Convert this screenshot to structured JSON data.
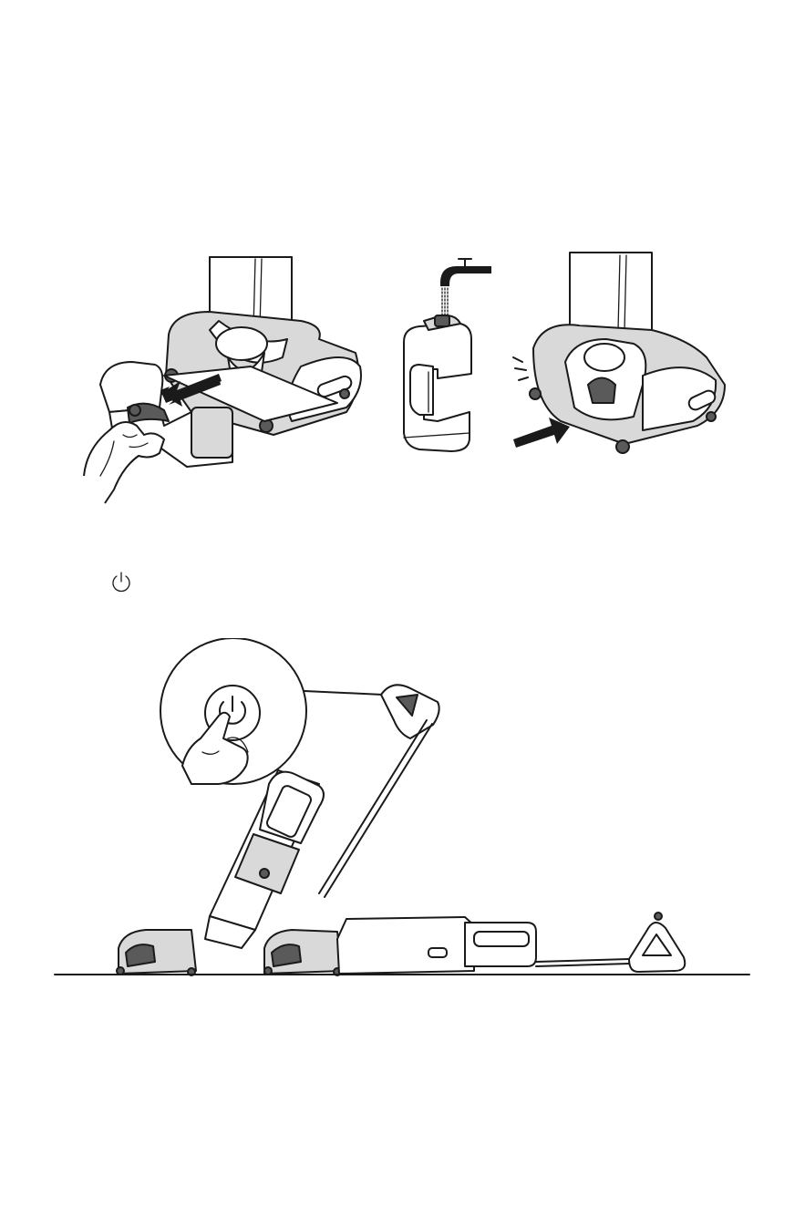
{
  "page": {
    "background": "#ffffff",
    "line_color": "#1a1a1a"
  },
  "figures": [
    {
      "name": "remove-tank",
      "icons": [
        "hand-icon",
        "arrow-left-icon"
      ]
    },
    {
      "name": "fill-tank",
      "icons": [
        "faucet-icon"
      ]
    },
    {
      "name": "insert-tank",
      "icons": [
        "arrow-right-icon",
        "click-icon"
      ]
    },
    {
      "name": "power-on",
      "icons": [
        "power-icon",
        "finger-icon"
      ]
    },
    {
      "name": "operating-angle",
      "icons": []
    }
  ],
  "power_symbol": "power-icon"
}
